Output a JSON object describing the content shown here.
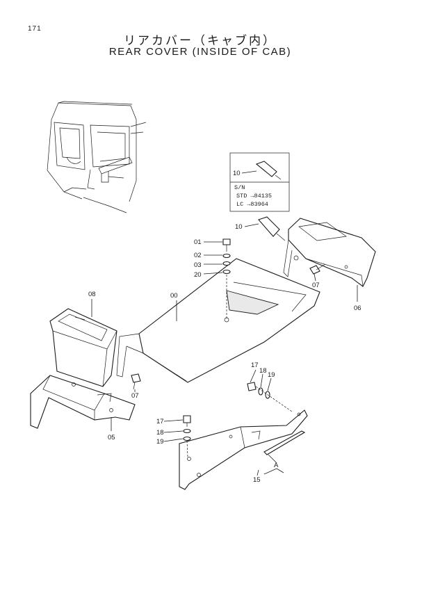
{
  "page": {
    "number": "171"
  },
  "title": {
    "jp": "リアカバー（キャブ内）",
    "en": "REAR COVER (INSIDE OF CAB)"
  },
  "inset": {
    "part_label": "10",
    "sn_label": "S/N",
    "std": "STD  →84135",
    "lc": "LC   →83964"
  },
  "labels": {
    "p00": "00",
    "p01": "01",
    "p02": "02",
    "p03": "03",
    "p20": "20",
    "p05": "05",
    "p06": "06",
    "p07a": "07",
    "p07b": "07",
    "p08": "08",
    "p10": "10",
    "p15": "15",
    "p17a": "17",
    "p18a": "18",
    "p19a": "19",
    "p17b": "17",
    "p18b": "18",
    "p19b": "19",
    "pA": "A"
  }
}
